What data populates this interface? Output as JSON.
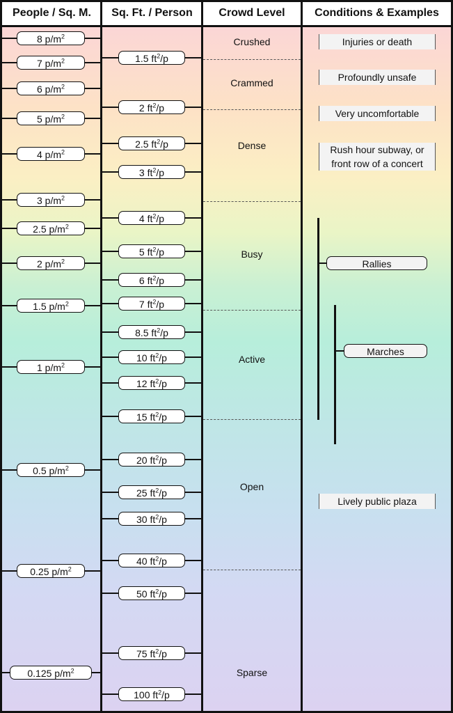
{
  "headers": {
    "col1": "People / Sq. M.",
    "col2": "Sq. Ft. / Person",
    "col3": "Crowd Level",
    "col4": "Conditions & Examples"
  },
  "unit_sup": "2",
  "density_labels": [
    {
      "value": "8",
      "unit": "p/m"
    },
    {
      "value": "7",
      "unit": "p/m"
    },
    {
      "value": "6",
      "unit": "p/m"
    },
    {
      "value": "5",
      "unit": "p/m"
    },
    {
      "value": "4",
      "unit": "p/m"
    },
    {
      "value": "3",
      "unit": "p/m"
    },
    {
      "value": "2.5",
      "unit": "p/m"
    },
    {
      "value": "2",
      "unit": "p/m"
    },
    {
      "value": "1.5",
      "unit": "p/m"
    },
    {
      "value": "1",
      "unit": "p/m"
    },
    {
      "value": "0.5",
      "unit": "p/m"
    },
    {
      "value": "0.25",
      "unit": "p/m"
    },
    {
      "value": "0.125",
      "unit": "p/m"
    }
  ],
  "area_labels": [
    {
      "value": "1.5",
      "unit": "ft",
      "suffix": "/p"
    },
    {
      "value": "2",
      "unit": "ft",
      "suffix": "/p"
    },
    {
      "value": "2.5",
      "unit": "ft",
      "suffix": "/p"
    },
    {
      "value": "3",
      "unit": "ft",
      "suffix": "/p"
    },
    {
      "value": "4",
      "unit": "ft",
      "suffix": "/p"
    },
    {
      "value": "5",
      "unit": "ft",
      "suffix": "/p"
    },
    {
      "value": "6",
      "unit": "ft",
      "suffix": "/p"
    },
    {
      "value": "7",
      "unit": "ft",
      "suffix": "/p"
    },
    {
      "value": "8.5",
      "unit": "ft",
      "suffix": "/p"
    },
    {
      "value": "10",
      "unit": "ft",
      "suffix": "/p"
    },
    {
      "value": "12",
      "unit": "ft",
      "suffix": "/p"
    },
    {
      "value": "15",
      "unit": "ft",
      "suffix": "/p"
    },
    {
      "value": "20",
      "unit": "ft",
      "suffix": "/p"
    },
    {
      "value": "25",
      "unit": "ft",
      "suffix": "/p"
    },
    {
      "value": "30",
      "unit": "ft",
      "suffix": "/p"
    },
    {
      "value": "40",
      "unit": "ft",
      "suffix": "/p"
    },
    {
      "value": "50",
      "unit": "ft",
      "suffix": "/p"
    },
    {
      "value": "75",
      "unit": "ft",
      "suffix": "/p"
    },
    {
      "value": "100",
      "unit": "ft",
      "suffix": "/p"
    }
  ],
  "crowd_levels": [
    "Crushed",
    "Crammed",
    "Dense",
    "Busy",
    "Active",
    "Open",
    "Sparse"
  ],
  "conditions": [
    "Injuries or death",
    "Profoundly unsafe",
    "Very uncomfortable",
    "Rush hour subway, or",
    "front row of a concert",
    "Lively public plaza"
  ],
  "ranges": [
    "Rallies",
    "Marches"
  ]
}
